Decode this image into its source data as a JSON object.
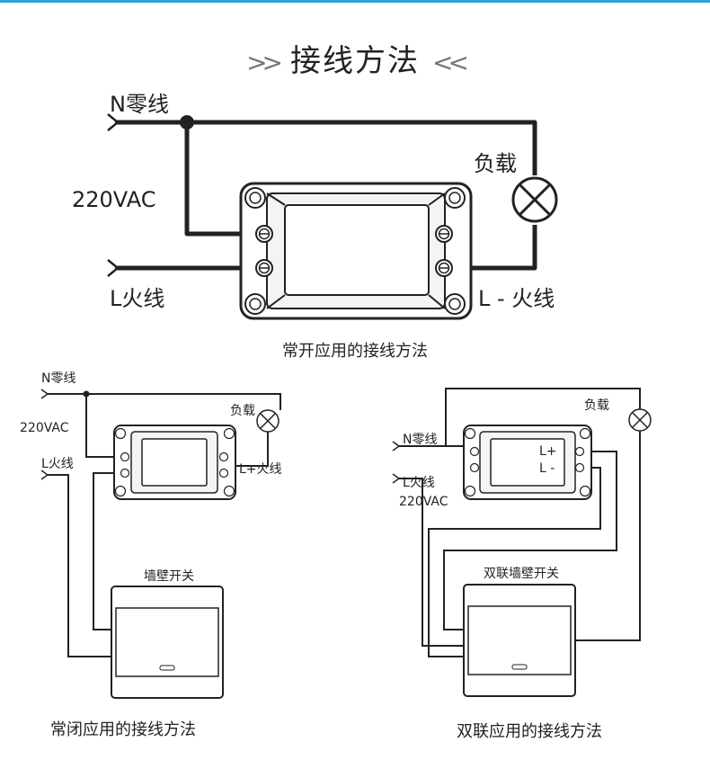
{
  "colors": {
    "accent": "#2aa1d8",
    "wire": "#222222"
  },
  "title": {
    "left_deco": ">>",
    "text": "接线方法",
    "right_deco": "<<"
  },
  "diagram_main": {
    "neutral": "N零线",
    "voltage": "220VAC",
    "live": "L火线",
    "load": "负载",
    "output": "L - 火线",
    "caption": "常开应用的接线方法"
  },
  "diagram_nc": {
    "neutral": "N零线",
    "voltage": "220VAC",
    "live": "L火线",
    "load": "负载",
    "output": "L+火线",
    "switch": "墙壁开关",
    "caption": "常闭应用的接线方法"
  },
  "diagram_dual": {
    "neutral": "N零线",
    "live": "L火线",
    "voltage": "220VAC",
    "load": "负载",
    "out_plus": "L+",
    "out_minus": "L -",
    "switch": "双联墙壁开关",
    "caption": "双联应用的接线方法"
  }
}
